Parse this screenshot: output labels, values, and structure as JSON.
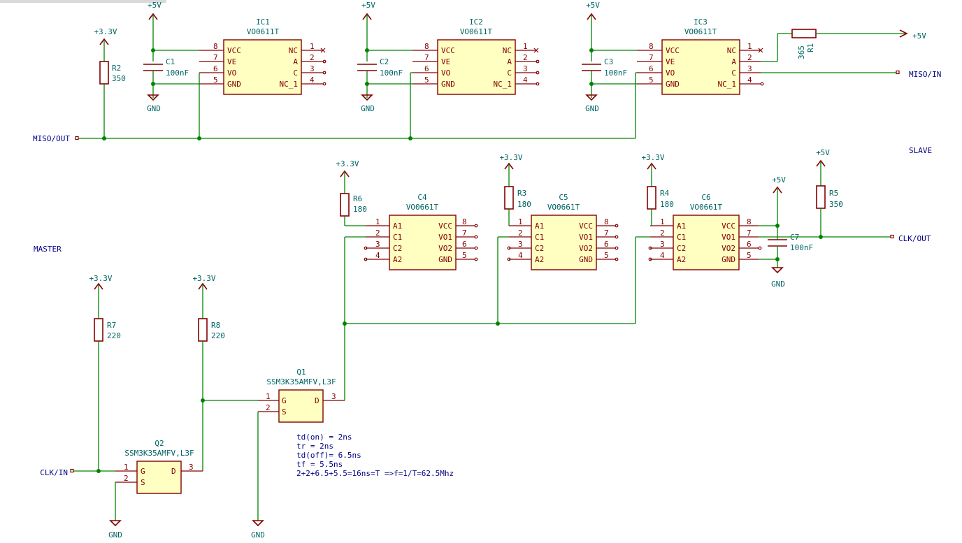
{
  "labels": {
    "master": "MASTER",
    "slave": "SLAVE",
    "miso_out": "MISO/OUT",
    "miso_in": "MISO/IN",
    "clk_out": "CLK/OUT",
    "clk_in": "CLK/IN"
  },
  "power": {
    "v5": "+5V",
    "v33": "+3.3V",
    "gnd": "GND"
  },
  "ic_optocoupler_single": {
    "value": "VO0611T",
    "pins_left": [
      "VCC",
      "VE",
      "VO",
      "GND"
    ],
    "pins_right": [
      "NC",
      "A",
      "C",
      "NC_1"
    ],
    "nums_left": [
      "8",
      "7",
      "6",
      "5"
    ],
    "nums_right": [
      "1",
      "2",
      "3",
      "4"
    ]
  },
  "ic_optocoupler_dual": {
    "value": "VO0661T",
    "pins_left": [
      "A1",
      "C1",
      "C2",
      "A2"
    ],
    "pins_right": [
      "VCC",
      "VO1",
      "VO2",
      "GND"
    ],
    "nums_left": [
      "1",
      "2",
      "3",
      "4"
    ],
    "nums_right": [
      "8",
      "7",
      "6",
      "5"
    ]
  },
  "ics": {
    "ic1": "IC1",
    "ic2": "IC2",
    "ic3": "IC3",
    "c4": "C4",
    "c5": "C5",
    "c6": "C6"
  },
  "caps": {
    "c1": {
      "ref": "C1",
      "value": "100nF"
    },
    "c2": {
      "ref": "C2",
      "value": "100nF"
    },
    "c3": {
      "ref": "C3",
      "value": "100nF"
    },
    "c7": {
      "ref": "C7",
      "value": "100nF"
    }
  },
  "resistors": {
    "r1": {
      "ref": "R1",
      "value": "365"
    },
    "r2": {
      "ref": "R2",
      "value": "350"
    },
    "r3": {
      "ref": "R3",
      "value": "180"
    },
    "r4": {
      "ref": "R4",
      "value": "180"
    },
    "r5": {
      "ref": "R5",
      "value": "350"
    },
    "r6": {
      "ref": "R6",
      "value": "180"
    },
    "r7": {
      "ref": "R7",
      "value": "220"
    },
    "r8": {
      "ref": "R8",
      "value": "220"
    }
  },
  "transistors": {
    "q1": {
      "ref": "Q1",
      "value": "SSM3K35AMFV,L3F"
    },
    "q2": {
      "ref": "Q2",
      "value": "SSM3K35AMFV,L3F"
    },
    "pin_g": "G",
    "pin_s": "S",
    "pin_d": "D",
    "num_g": "1",
    "num_s": "2",
    "num_d": "3"
  },
  "notes": [
    "td(on) = 2ns",
    "tr = 2ns",
    "td(off)= 6.5ns",
    "tf = 5.5ns",
    "2+2+6.5+5.5=16ns=T =>f=1/T=62.5Mhz"
  ]
}
